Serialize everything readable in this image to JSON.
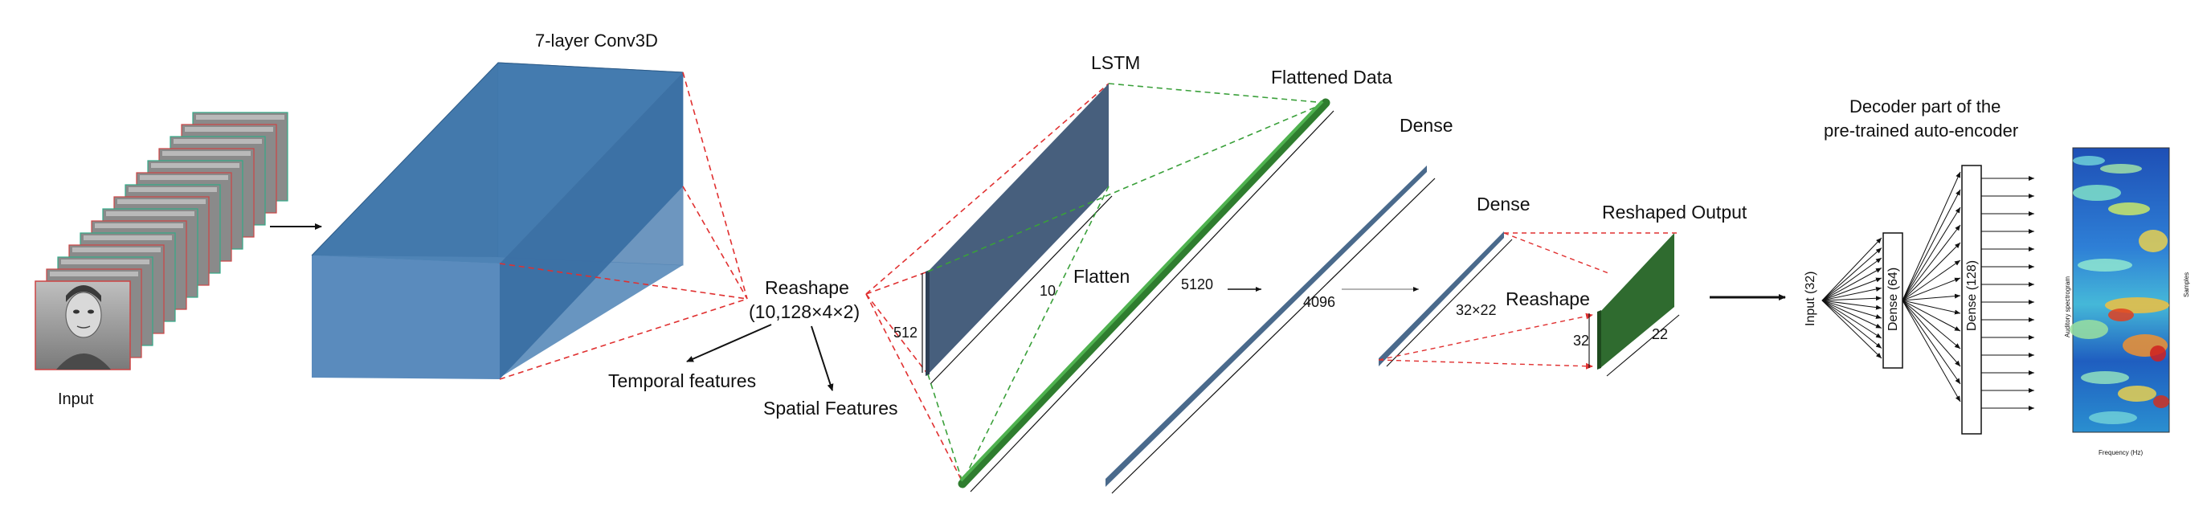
{
  "labels": {
    "input": "Input",
    "conv3d": "7-layer Conv3D",
    "reashape_line1": "Reashape",
    "reashape_line2": "(10,128×4×2)",
    "temporal": "Temporal features",
    "spatial": "Spatial Features",
    "lstm": "LSTM",
    "flattened": "Flattened Data",
    "flatten": "Flatten",
    "dense1": "Dense",
    "dense2": "Dense",
    "reshaped_output": "Reshaped Output",
    "reshape": "Reashape",
    "decoder_line1": "Decoder part of the",
    "decoder_line2": "pre-trained auto-encoder",
    "input32": "Input (32)",
    "dense64": "Dense (64)",
    "dense128": "Dense (128)",
    "spectro_ylabel": "Auditory spectrogram",
    "spectro_right": "Samples",
    "spectro_bottom": "Frequency (Hz)"
  },
  "dims": {
    "d512": "512",
    "d10": "10",
    "d5120": "5120",
    "d4096": "4096",
    "d32x22": "32×22",
    "d32": "32",
    "d22": "22"
  },
  "colors": {
    "conv_blue": "#3d74a8",
    "lstm_slate": "#4a6584",
    "green": "#3a8a3a",
    "dense_blue": "#4a6a8c",
    "reshape_green": "#2f6b2f",
    "red_dash": "#e03030",
    "green_dash": "#3aa03a"
  }
}
